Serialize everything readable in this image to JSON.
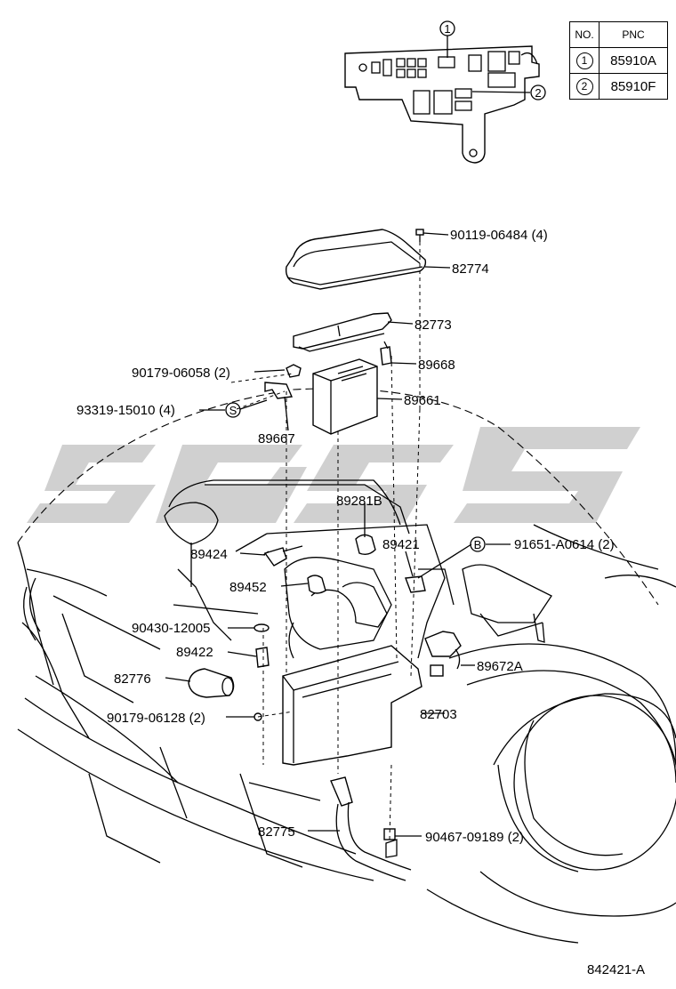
{
  "table": {
    "header_no": "NO.",
    "header_pnc": "PNC",
    "rows": [
      {
        "no": "1",
        "pnc": "85910A"
      },
      {
        "no": "2",
        "pnc": "85910F"
      }
    ]
  },
  "callouts": {
    "c1": "1",
    "c2": "2",
    "cS": "S",
    "cB": "B"
  },
  "parts": {
    "p90119": "90119-06484 (4)",
    "p82774": "82774",
    "p82773": "82773",
    "p89668": "89668",
    "p90179a": "90179-06058 (2)",
    "p89661": "89661",
    "p93319": "93319-15010 (4)",
    "p89667": "89667",
    "p89281B": "89281B",
    "p89421": "89421",
    "p89424": "89424",
    "p91651": "91651-A0614 (2)",
    "p89452": "89452",
    "p90430": "90430-12005",
    "p89422": "89422",
    "p89672A": "89672A",
    "p82776": "82776",
    "p82703": "82703",
    "p90179b": "90179-06128 (2)",
    "p82775": "82775",
    "p90467": "90467-09189 (2)"
  },
  "doc_code": "842421-A"
}
